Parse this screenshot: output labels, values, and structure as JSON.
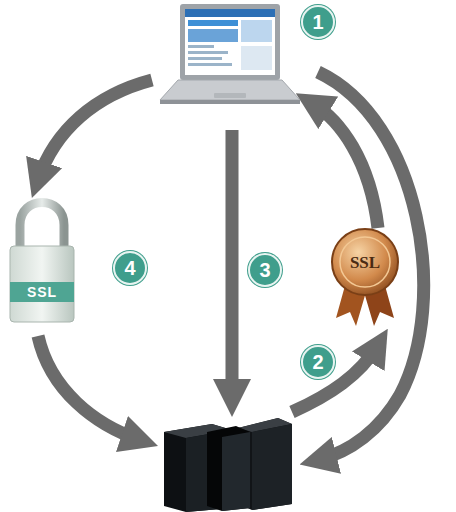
{
  "diagram": {
    "labels": [
      "1",
      "4",
      "3",
      "SSL",
      "SSL",
      "2"
    ]
  }
}
